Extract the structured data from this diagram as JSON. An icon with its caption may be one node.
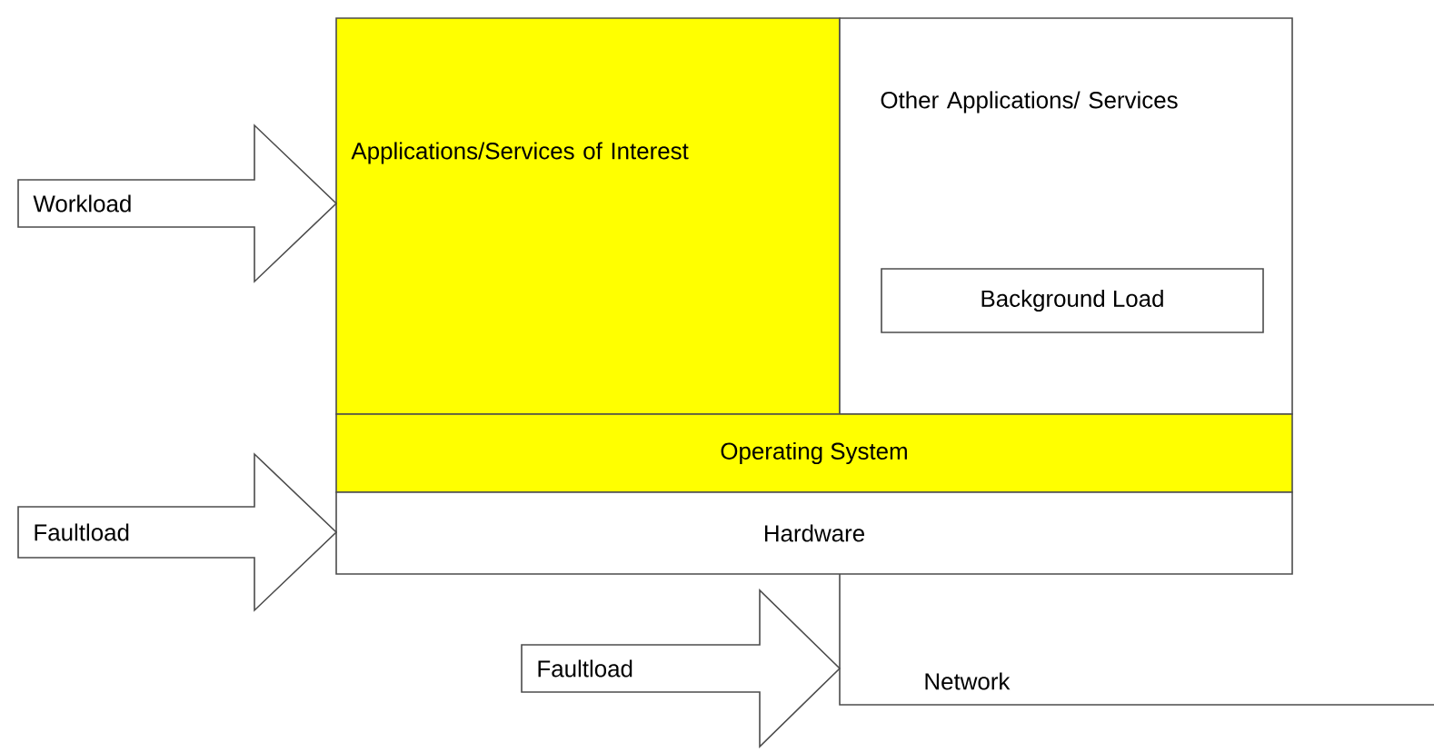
{
  "diagram": {
    "nodes": [
      {
        "text": [
          "Applications/Services of Interest"
        ]
      },
      {
        "text": [
          "Other Applications/ Services"
        ]
      },
      {
        "text": [
          "Background Load"
        ],
        "in": 1
      },
      {
        "text": [
          "Operating System"
        ]
      },
      {
        "text": [
          "Hardware"
        ]
      },
      {
        "text": [
          "Workload"
        ]
      },
      {
        "text": [
          "Faultload"
        ]
      },
      {
        "text": [
          "Faultload"
        ]
      }
    ],
    "labels": [
      "Network"
    ]
  }
}
